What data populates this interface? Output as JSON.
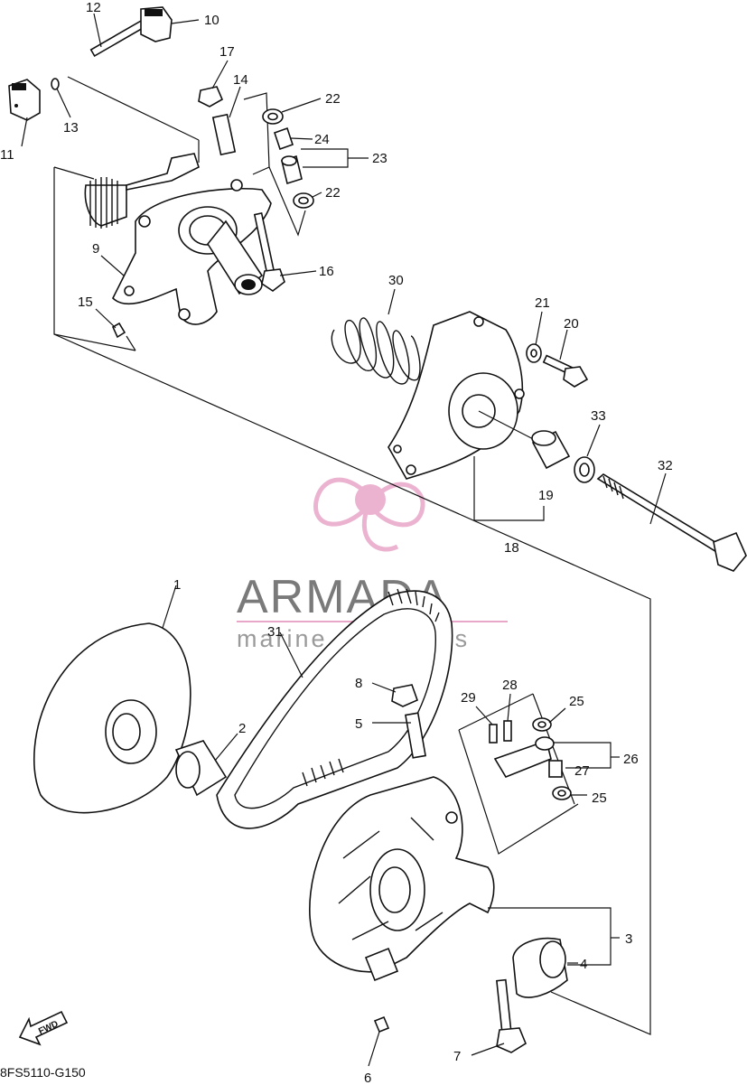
{
  "diagram": {
    "callouts": [
      {
        "id": "c12",
        "text": "12"
      },
      {
        "id": "c10",
        "text": "10"
      },
      {
        "id": "c11",
        "text": "11"
      },
      {
        "id": "c13",
        "text": "13"
      },
      {
        "id": "c17",
        "text": "17"
      },
      {
        "id": "c14",
        "text": "14"
      },
      {
        "id": "c22a",
        "text": "22"
      },
      {
        "id": "c24",
        "text": "24"
      },
      {
        "id": "c23",
        "text": "23"
      },
      {
        "id": "c22b",
        "text": "22"
      },
      {
        "id": "c9",
        "text": "9"
      },
      {
        "id": "c16",
        "text": "16"
      },
      {
        "id": "c15",
        "text": "15"
      },
      {
        "id": "c30",
        "text": "30"
      },
      {
        "id": "c21",
        "text": "21"
      },
      {
        "id": "c20",
        "text": "20"
      },
      {
        "id": "c33",
        "text": "33"
      },
      {
        "id": "c32",
        "text": "32"
      },
      {
        "id": "c19",
        "text": "19"
      },
      {
        "id": "c18",
        "text": "18"
      },
      {
        "id": "c1",
        "text": "1"
      },
      {
        "id": "c31",
        "text": "31"
      },
      {
        "id": "c2",
        "text": "2"
      },
      {
        "id": "c8",
        "text": "8"
      },
      {
        "id": "c5",
        "text": "5"
      },
      {
        "id": "c29",
        "text": "29"
      },
      {
        "id": "c28",
        "text": "28"
      },
      {
        "id": "c25a",
        "text": "25"
      },
      {
        "id": "c26",
        "text": "26"
      },
      {
        "id": "c27",
        "text": "27"
      },
      {
        "id": "c25b",
        "text": "25"
      },
      {
        "id": "c3",
        "text": "3"
      },
      {
        "id": "c4",
        "text": "4"
      },
      {
        "id": "c7",
        "text": "7"
      },
      {
        "id": "c6",
        "text": "6"
      }
    ],
    "diagram_code": "8FS5110-G150",
    "fwd_label": "FWD"
  },
  "watermark": {
    "brand": "ARMADA",
    "tagline": "marine outboards",
    "brand_color": "#e8a6c8"
  }
}
